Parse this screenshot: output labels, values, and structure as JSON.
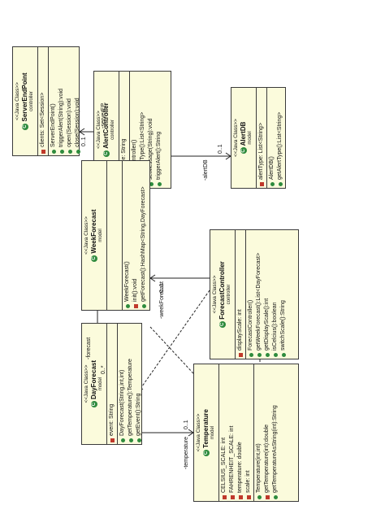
{
  "stereotype": "<<Java Class>>",
  "classes": {
    "server_end_point": {
      "name": "ServerEndPoint",
      "package": "controller",
      "fields": [
        "clients: Set<Session>"
      ],
      "methods": [
        "ServerEndPoint()",
        "triggerAlert(String):void",
        "open(Session):void",
        "close(Session):void"
      ]
    },
    "alert_controller": {
      "name": "AlertController",
      "package": "controller",
      "fields": [
        "message: String"
      ],
      "methods": [
        "AlertController()",
        "getAlertType():List<String>",
        "setMessage(String):void",
        "triggerAlert():String"
      ]
    },
    "alert_db": {
      "name": "AlertDB",
      "package": "model",
      "fields": [
        "alertType: List<String>"
      ],
      "methods": [
        "AlertDB()",
        "getAlertType():List<String>"
      ]
    },
    "week_forecast": {
      "name": "WeekForecast",
      "package": "model",
      "fields": [],
      "methods": [
        "WeekForecast()",
        "init():void",
        "getForecast():HashMap<String,DayForecast>"
      ]
    },
    "forecast_controller": {
      "name": "ForecastController",
      "package": "controller",
      "fields": [
        "displayScale: int"
      ],
      "methods": [
        "ForecastController()",
        "getWeekForecast():List<DayForecast>",
        "getDisplayScale():int",
        "isCelcius():boolean",
        "switchScale():String"
      ]
    },
    "day_forecast": {
      "name": "DayForecast",
      "package": "model",
      "fields": [
        "event: String"
      ],
      "methods": [
        "DayForecast(String,int,int)",
        "getTemperature():Temperature",
        "getEvent():String"
      ]
    },
    "temperature": {
      "name": "Temperature",
      "package": "model",
      "fields": [
        "CELSIUS_SCALE: int",
        "FAHRENHEIT_SCALE: int",
        "temperature: double",
        "scale: int"
      ],
      "methods": [
        "Temperature(int,int)",
        "getTemperature(int):double",
        "getTemperatureAsString(int):String"
      ]
    }
  },
  "assoc_labels": {
    "server_ep": "-serverEP",
    "server_ep_mult": "0..1",
    "alert_db": "-alertDB",
    "alert_db_mult": "0..1",
    "forecast": "-forecast",
    "forecast_mult": "0..*",
    "week_forecast": "-weekForecast",
    "week_forecast_mult": "0..1",
    "temperature": "-temperature",
    "temperature_mult": "0..1"
  },
  "colors": {
    "class_fill": "#fbfbdc",
    "border": "#3b3b3b",
    "public_method": "#2e8b3d",
    "private_field": "#c0392b"
  }
}
